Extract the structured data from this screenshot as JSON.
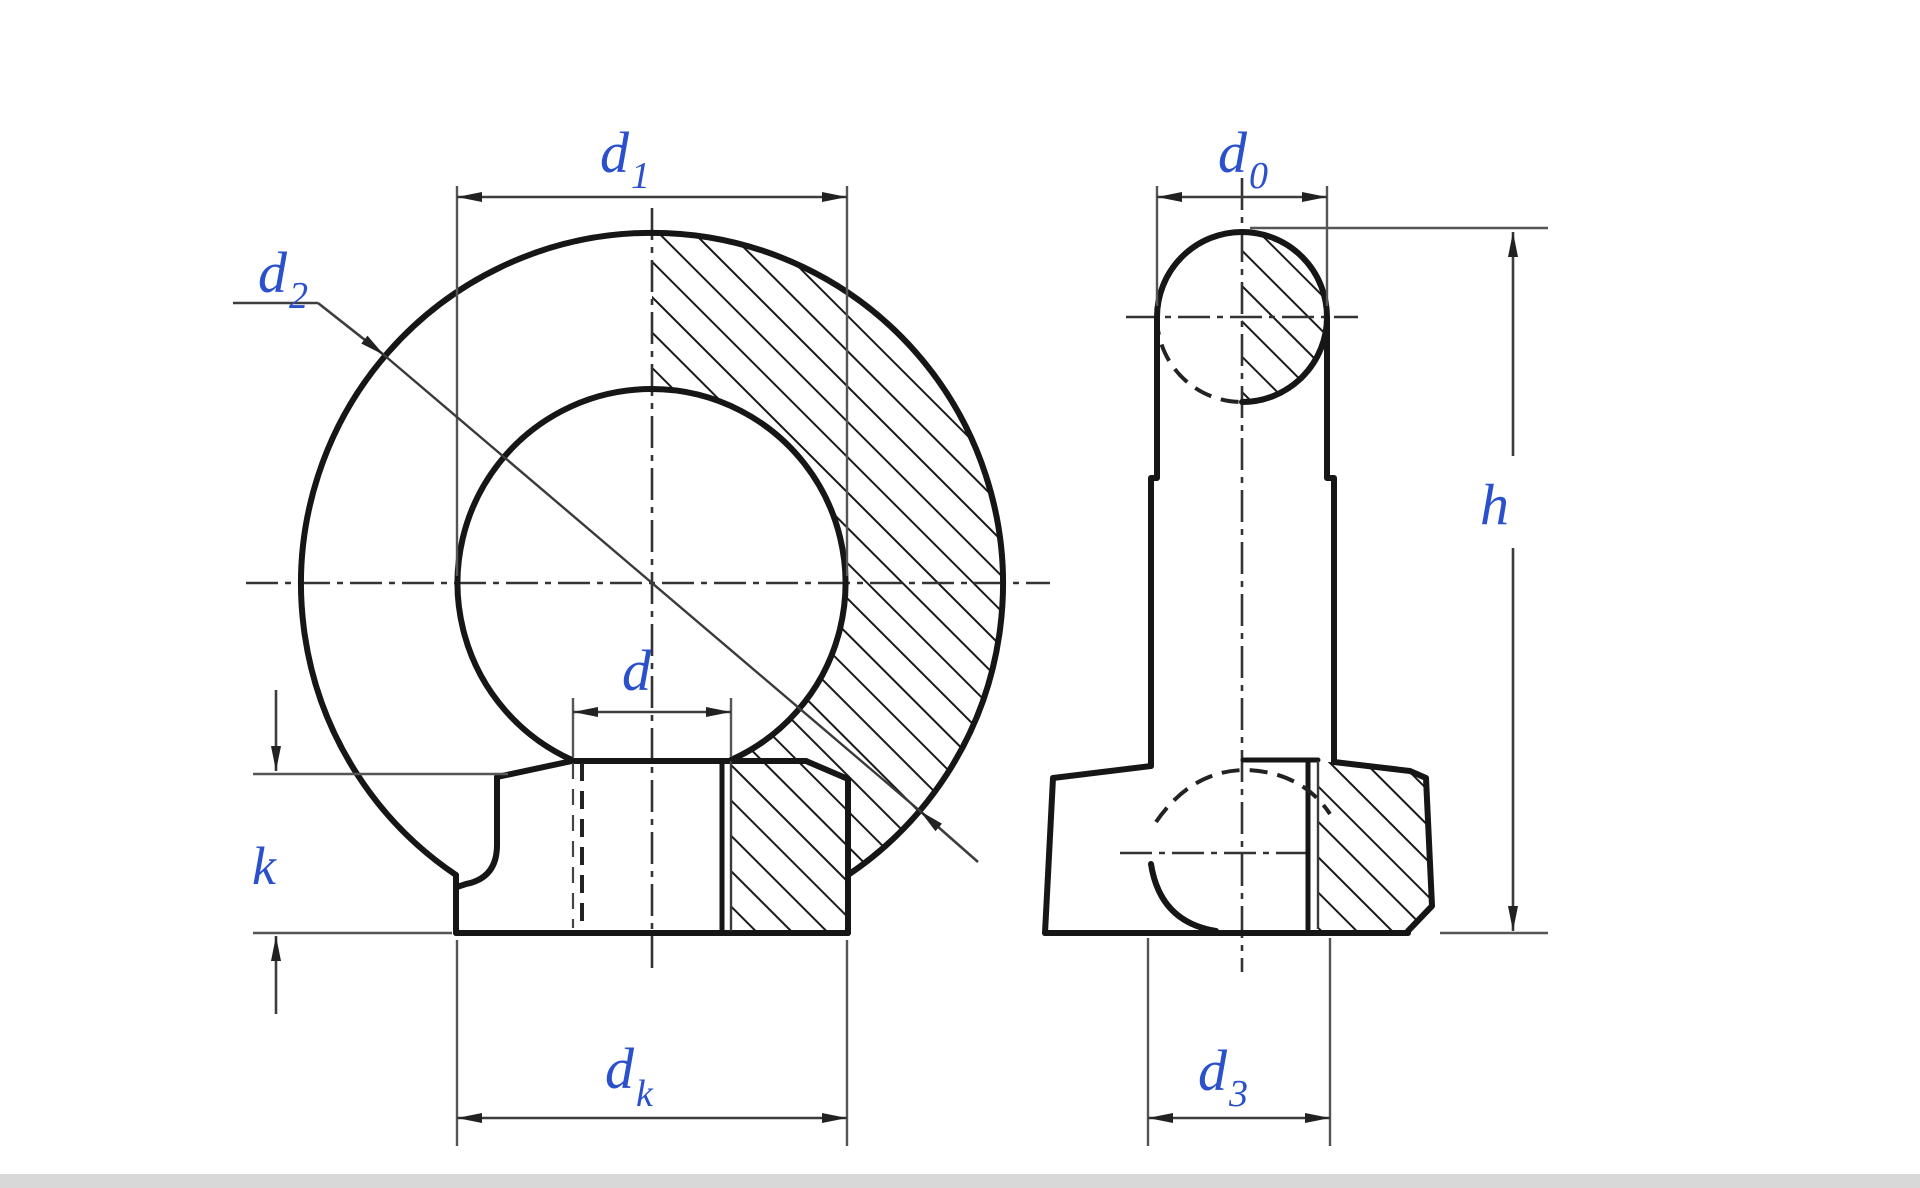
{
  "drawing": {
    "subject": "Lifting eye nut, two orthographic views, half-sectioned",
    "colors": {
      "background": "#ffffff",
      "object_line": "#161616",
      "dimension_line": "#3d3d3d",
      "label_blue": "#2b50cc",
      "bottom_strip": "#d8d8d8"
    },
    "dimensions": {
      "d1": {
        "main": "d",
        "sub": "1"
      },
      "d2": {
        "main": "d",
        "sub": "2"
      },
      "d0": {
        "main": "d",
        "sub": "0"
      },
      "d": {
        "main": "d",
        "sub": ""
      },
      "k": {
        "main": "k",
        "sub": ""
      },
      "h": {
        "main": "h",
        "sub": ""
      },
      "dk": {
        "main": "d",
        "sub": "k"
      },
      "d3": {
        "main": "d",
        "sub": "3"
      }
    }
  }
}
